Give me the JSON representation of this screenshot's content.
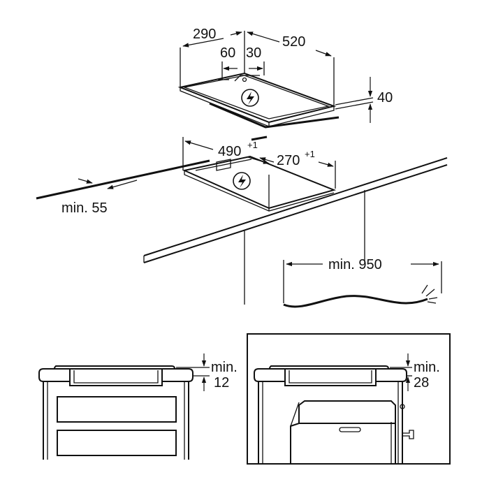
{
  "dimensions": {
    "depth": "290",
    "width": "520",
    "offset_a": "60",
    "offset_b": "30",
    "height": "40",
    "cutout_width": "490",
    "cutout_width_tol": "+1",
    "cutout_depth": "270",
    "cutout_depth_tol": "+1",
    "edge_min": "min. 55",
    "cable_min": "min. 950",
    "drawer_min_label": "min.",
    "drawer_min_value": "12",
    "oven_min_label": "min.",
    "oven_min_value": "28"
  },
  "icons": {
    "hob_power": "electric-bolt-icon",
    "cutout_power": "electric-bolt-icon"
  }
}
